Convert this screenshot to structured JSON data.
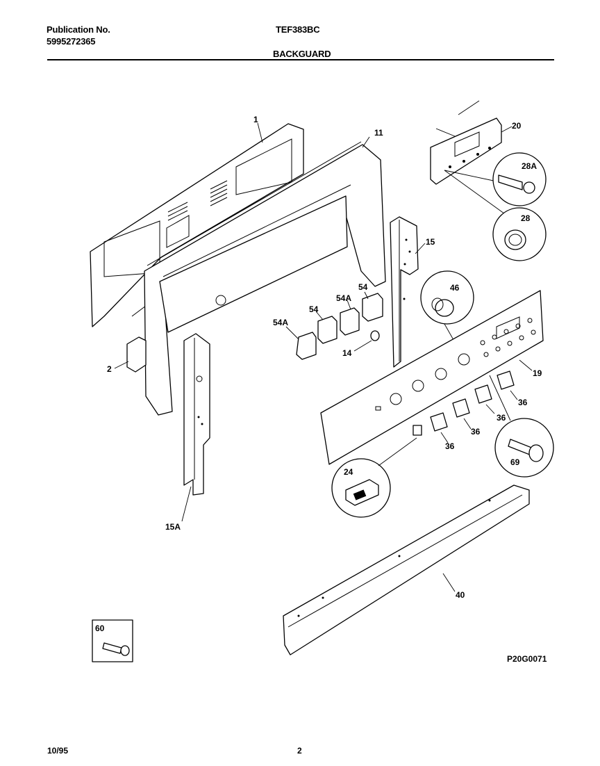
{
  "header": {
    "publication_label": "Publication No.",
    "publication_number": "5995272365",
    "model": "TEF383BC",
    "section": "BACKGUARD"
  },
  "callouts": {
    "c1": "1",
    "c11": "11",
    "c20": "20",
    "c28a": "28A",
    "c28": "28",
    "c15": "15",
    "c46": "46",
    "c54_top": "54",
    "c54a_top": "54A",
    "c54_mid": "54",
    "c54a_left": "54A",
    "c14": "14",
    "c19": "19",
    "c2": "2",
    "c36_a": "36",
    "c36_b": "36",
    "c36_c": "36",
    "c36_d": "36",
    "c69": "69",
    "c24": "24",
    "c15a": "15A",
    "c40": "40",
    "c60": "60"
  },
  "drawing_code": "P20G0071",
  "footer": {
    "date": "10/95",
    "page": "2"
  }
}
